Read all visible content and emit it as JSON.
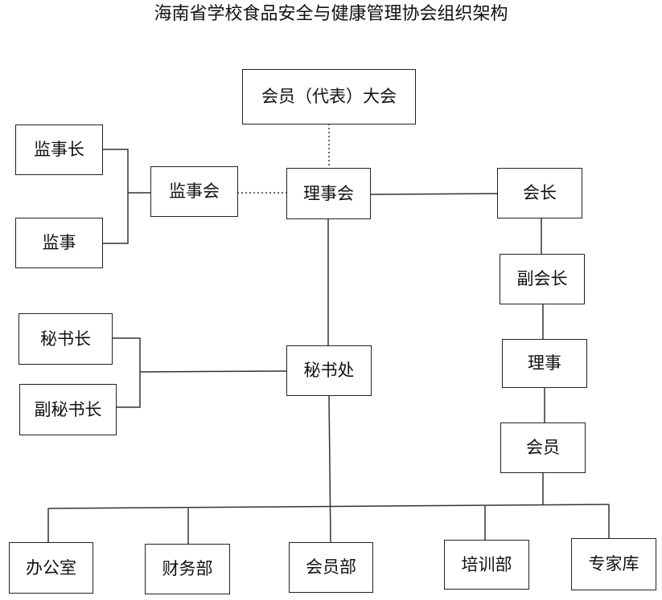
{
  "title": "海南省学校食品安全与健康管理协会组织架构",
  "nodes": {
    "assembly": "会员（代表）大会",
    "board": "理事会",
    "supervisory_board": "监事会",
    "chief_supervisor": "监事长",
    "supervisor": "监事",
    "president": "会长",
    "vice_president": "副会长",
    "director": "理事",
    "member": "会员",
    "secretariat": "秘书处",
    "secretary_general": "秘书长",
    "deputy_secretary_general": "副秘书长",
    "office": "办公室",
    "finance": "财务部",
    "membership_dept": "会员部",
    "training_dept": "培训部",
    "expert_pool": "专家库"
  }
}
